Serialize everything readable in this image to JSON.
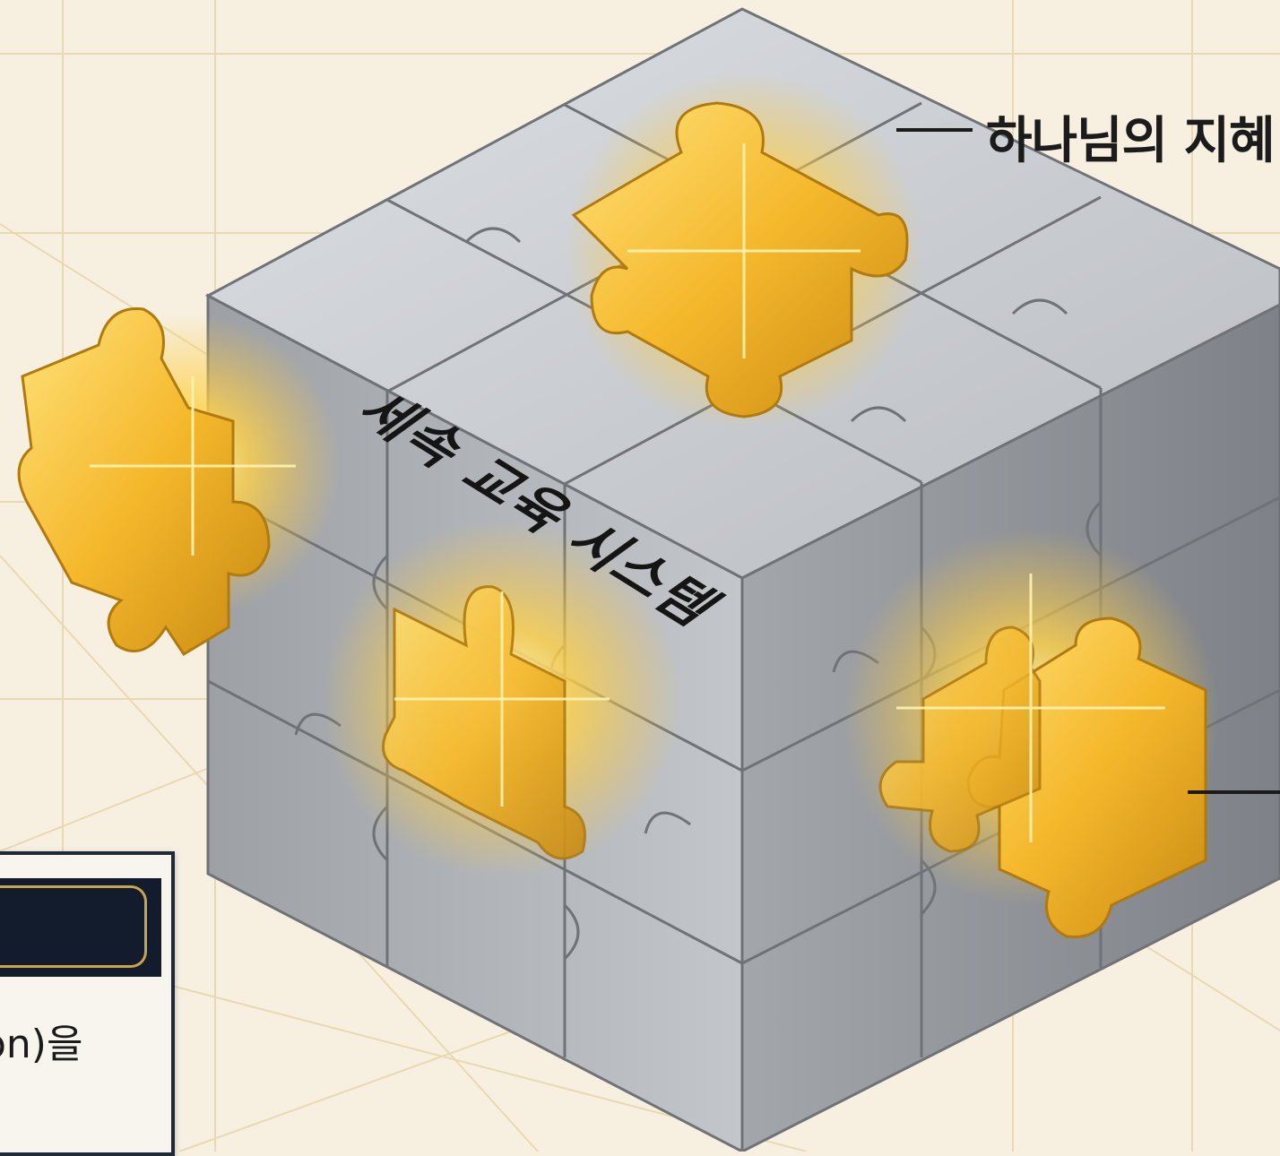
{
  "labels": {
    "top_callout": "하나님의 지혜",
    "cube_title": "세속 교육 시스템"
  },
  "panel": {
    "text": "on)을"
  },
  "colors": {
    "background": "#f7f0e1",
    "cube_top": "#c9ccd1",
    "cube_left": "#a7aaaf",
    "cube_right": "#8f9298",
    "gold": "#f2b92e",
    "gold_highlight": "#fff2a8",
    "panel_header": "#121c2c"
  },
  "icons": [
    "puzzle-piece-icon",
    "sparkle-icon"
  ]
}
